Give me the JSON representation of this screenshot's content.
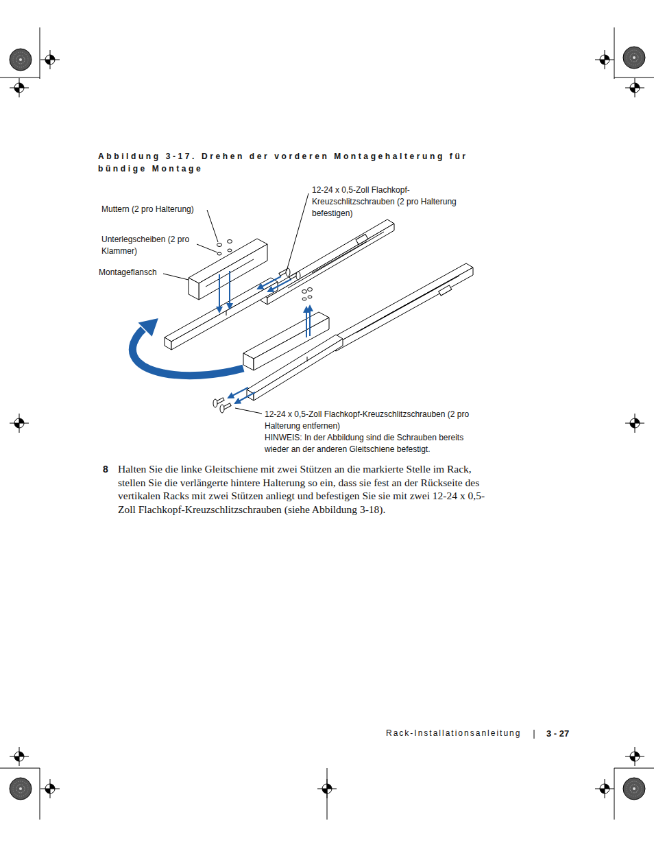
{
  "diagram": {
    "title": "Abbildung 3-17. Drehen der vorderen Montagehalterung für bündige Montage",
    "labels": [
      "Muttern (2 pro Halterung)",
      "Unterlegscheiben (2 pro Klammer)",
      "Montageflansch",
      "12-24 x 0,5-Zoll Flachkopf-Kreuzschlitzschrauben (2 pro Halterung befestigen)",
      "12-24 x 0,5-Zoll Flachkopf-Kreuzschlitzschrauben (2 pro Halterung entfernen)",
      "HINWEIS: In der Abbildung sind die Schrauben bereits wieder an der anderen Gleitschiene befestigt.",
      "8",
      "Halten Sie die linke Gleitschiene mit zwei Stützen an die markierte Stelle im Rack, stellen Sie die verlängerte hintere Halterung so ein, dass sie fest an der Rückseite des vertikalen Racks mit zwei Stützen anliegt und befestigen Sie sie mit zwei 12-24 x 0,5-Zoll Flachkopf-Kreuzschlitzschrauben (siehe Abbildung 3-18).",
      "Rack-Installationsanleitung",
      "3 - 27"
    ]
  }
}
